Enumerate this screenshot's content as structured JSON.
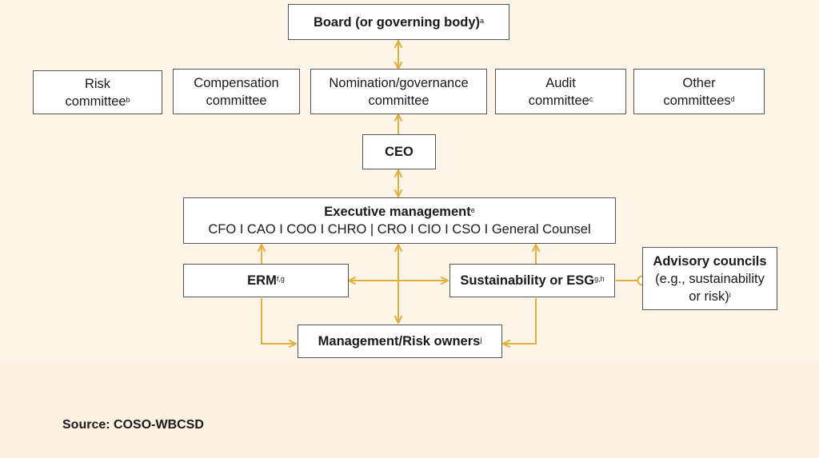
{
  "diagram": {
    "board": {
      "text": "Board (or governing body)",
      "note": "a"
    },
    "committees": [
      {
        "line1": "Risk",
        "line2": "committee",
        "note": "b"
      },
      {
        "line1": "Compensation",
        "line2": "committee",
        "note": ""
      },
      {
        "line1": "Nomination/governance",
        "line2": "committee",
        "note": ""
      },
      {
        "line1": "Audit",
        "line2": "committee",
        "note": "c"
      },
      {
        "line1": "Other",
        "line2": "committees",
        "note": "d"
      }
    ],
    "ceo": {
      "text": "CEO"
    },
    "exec": {
      "title": "Executive management",
      "note": "e",
      "roles": "CFO I CAO I COO I CHRO | CRO I CIO I CSO I General Counsel"
    },
    "erm": {
      "text": "ERM",
      "note": "f,g"
    },
    "sustain": {
      "text": "Sustainability or ESG",
      "note": "g,h"
    },
    "advisory": {
      "title": "Advisory councils",
      "line2": "(e.g., sustainability",
      "line3": "or risk)",
      "note": "i"
    },
    "owners": {
      "text": "Management/Risk owners",
      "note": "j"
    }
  },
  "source": "Source: COSO-WBCSD",
  "colors": {
    "connector": "#e2ae3c",
    "border": "#555555",
    "background": "#fdf5e7"
  }
}
